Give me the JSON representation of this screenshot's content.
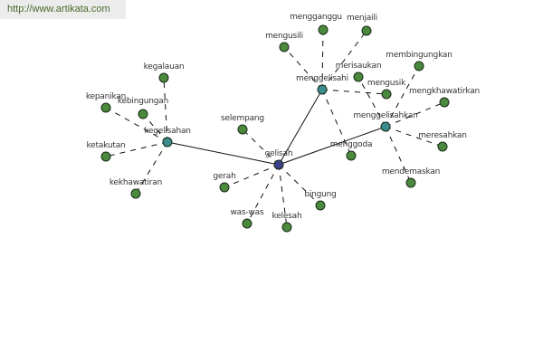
{
  "watermark": "http://www.artikata.com",
  "colors": {
    "root": "#3b3f8c",
    "hub": "#3a8d8c",
    "leaf": "#4b8a3c",
    "stroke": "#1a2a1a"
  },
  "diagram": {
    "root": "gelisah",
    "nodes": [
      {
        "id": "gelisah",
        "label": "gelisah",
        "type": "root"
      },
      {
        "id": "kegelisahan",
        "label": "kegelisahan",
        "type": "hub"
      },
      {
        "id": "menggelisahi",
        "label": "menggelisahi",
        "type": "hub"
      },
      {
        "id": "menggelisahkan",
        "label": "menggelisahkan",
        "type": "hub"
      },
      {
        "id": "kegalauan",
        "label": "kegalauan",
        "type": "leaf"
      },
      {
        "id": "kepanikan",
        "label": "kepanikan",
        "type": "leaf"
      },
      {
        "id": "kebingungan",
        "label": "kebingungan",
        "type": "leaf"
      },
      {
        "id": "ketakutan",
        "label": "ketakutan",
        "type": "leaf"
      },
      {
        "id": "kekhawatiran",
        "label": "kekhawatiran",
        "type": "leaf"
      },
      {
        "id": "selempang",
        "label": "selempang",
        "type": "leaf"
      },
      {
        "id": "gerah",
        "label": "gerah",
        "type": "leaf"
      },
      {
        "id": "was-was",
        "label": "was-was",
        "type": "leaf"
      },
      {
        "id": "kelesah",
        "label": "kelesah",
        "type": "leaf"
      },
      {
        "id": "bingung",
        "label": "bingung",
        "type": "leaf"
      },
      {
        "id": "mengusili",
        "label": "mengusili",
        "type": "leaf"
      },
      {
        "id": "mengganggu",
        "label": "mengganggu",
        "type": "leaf"
      },
      {
        "id": "menjaili",
        "label": "menjaili",
        "type": "leaf"
      },
      {
        "id": "merisaukan",
        "label": "merisaukan",
        "type": "leaf"
      },
      {
        "id": "mengusik",
        "label": "mengusik",
        "type": "leaf"
      },
      {
        "id": "menggoda",
        "label": "menggoda",
        "type": "leaf"
      },
      {
        "id": "membingungkan",
        "label": "membingungkan",
        "type": "leaf"
      },
      {
        "id": "mengkhawatirkan",
        "label": "mengkhawatirkan",
        "type": "leaf"
      },
      {
        "id": "meresahkan",
        "label": "meresahkan",
        "type": "leaf"
      },
      {
        "id": "mendemaskan",
        "label": "mendemaskan",
        "type": "leaf"
      }
    ],
    "edges": [
      [
        "gelisah",
        "kegelisahan",
        "solid"
      ],
      [
        "gelisah",
        "menggelisahi",
        "solid"
      ],
      [
        "gelisah",
        "menggelisahkan",
        "solid"
      ],
      [
        "kegelisahan",
        "kegalauan",
        "dashed"
      ],
      [
        "kegelisahan",
        "kepanikan",
        "dashed"
      ],
      [
        "kegelisahan",
        "kebingungan",
        "dashed"
      ],
      [
        "kegelisahan",
        "ketakutan",
        "dashed"
      ],
      [
        "kegelisahan",
        "kekhawatiran",
        "dashed"
      ],
      [
        "gelisah",
        "selempang",
        "dashed"
      ],
      [
        "gelisah",
        "gerah",
        "dashed"
      ],
      [
        "gelisah",
        "was-was",
        "dashed"
      ],
      [
        "gelisah",
        "kelesah",
        "dashed"
      ],
      [
        "gelisah",
        "bingung",
        "dashed"
      ],
      [
        "menggelisahi",
        "mengusili",
        "dashed"
      ],
      [
        "menggelisahi",
        "mengganggu",
        "dashed"
      ],
      [
        "menggelisahi",
        "menjaili",
        "dashed"
      ],
      [
        "menggelisahi",
        "mengusik",
        "dashed"
      ],
      [
        "menggelisahi",
        "menggoda",
        "dashed"
      ],
      [
        "menggelisahkan",
        "merisaukan",
        "dashed"
      ],
      [
        "menggelisahkan",
        "membingungkan",
        "dashed"
      ],
      [
        "menggelisahkan",
        "mengkhawatirkan",
        "dashed"
      ],
      [
        "menggelisahkan",
        "meresahkan",
        "dashed"
      ],
      [
        "menggelisahkan",
        "mendemaskan",
        "dashed"
      ]
    ]
  }
}
